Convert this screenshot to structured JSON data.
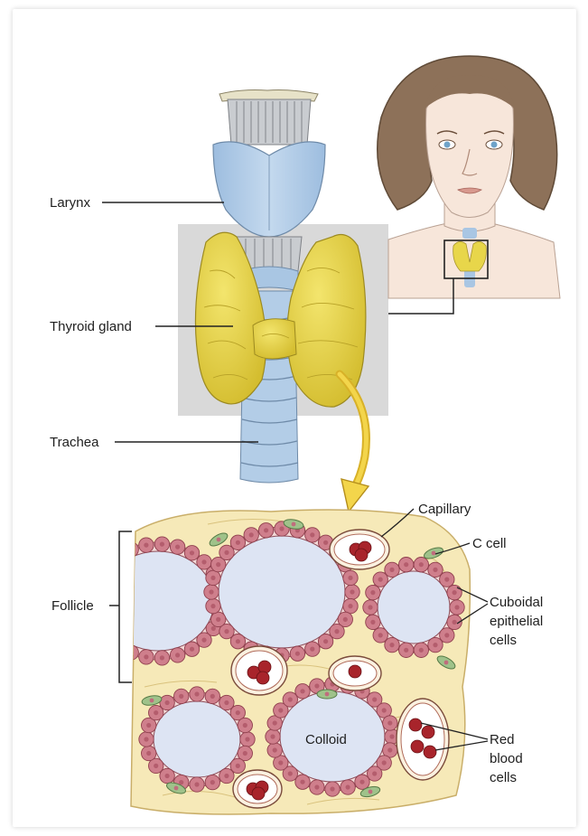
{
  "labels": {
    "larynx": "Larynx",
    "thyroid_gland": "Thyroid gland",
    "trachea": "Trachea",
    "capillary": "Capillary",
    "c_cell": "C cell",
    "cuboidal_1": "Cuboidal",
    "cuboidal_2": "epithelial",
    "cuboidal_3": "cells",
    "follicle": "Follicle",
    "colloid": "Colloid",
    "rbc_1": "Red",
    "rbc_2": "blood",
    "rbc_3": "cells"
  },
  "colors": {
    "cartilage_blue": "#a9c6e3",
    "thyroid_yellow": "#e8d64a",
    "colloid": "#dde4f3",
    "epithelial_cell": "#cf7f8c",
    "stroma": "#f6e9b8",
    "red_blood_cell": "#a8242b",
    "inset_grey": "#d9d9d9",
    "hair_brown": "#8d7159",
    "skin": "#f7e6da"
  }
}
